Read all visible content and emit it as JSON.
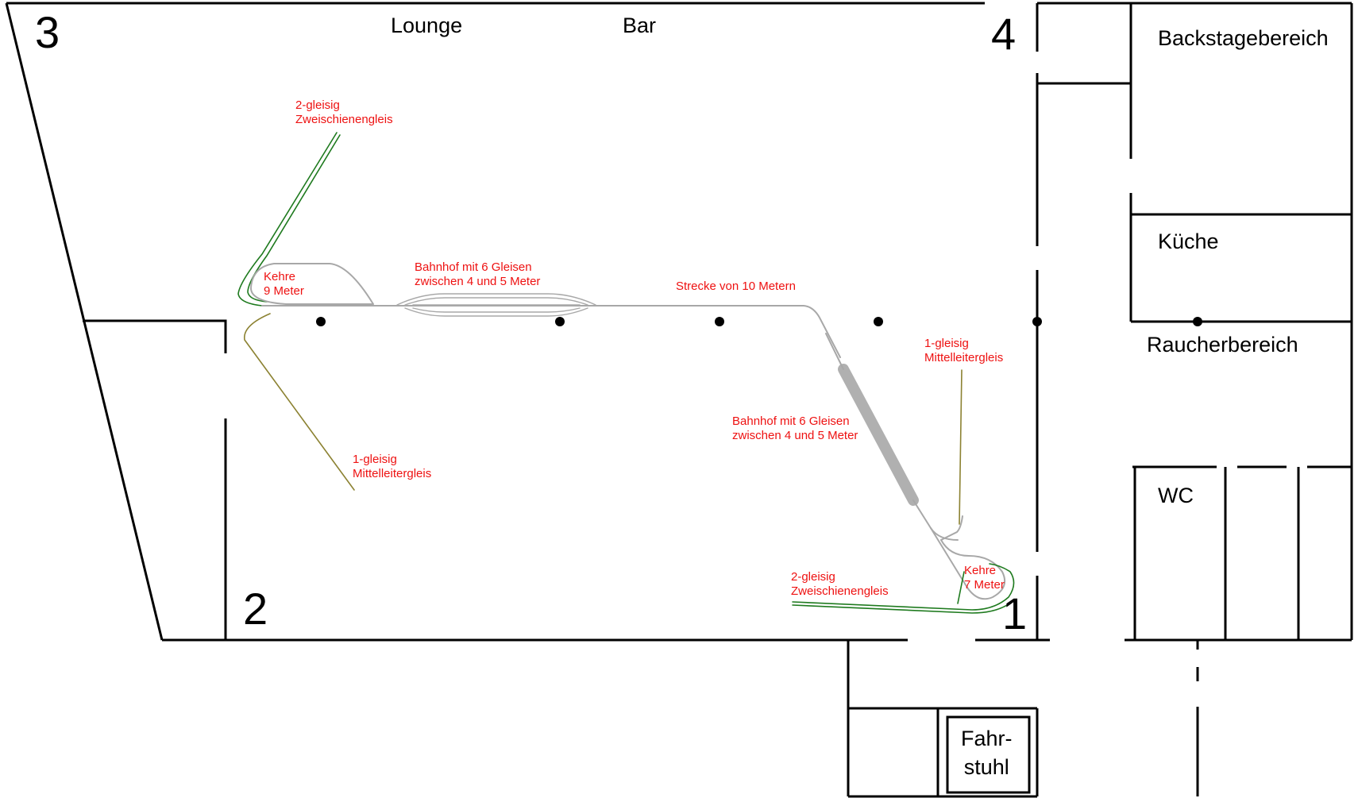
{
  "corners": [
    "3",
    "4",
    "2",
    "1"
  ],
  "rooms": {
    "lounge": "Lounge",
    "bar": "Bar",
    "backstage": "Backstagebereich",
    "kueche": "Küche",
    "raucher": "Raucherbereich",
    "wc": "WC",
    "fahrstuhl_1": "Fahr-",
    "fahrstuhl_2": "stuhl"
  },
  "tracks": {
    "two_track_top_1": "2-gleisig",
    "two_track_top_2": "Zweischienengleis",
    "kehre9_1": "Kehre",
    "kehre9_2": "9 Meter",
    "station_top_1": "Bahnhof mit 6 Gleisen",
    "station_top_2": "zwischen 4 und 5 Meter",
    "strecke": "Strecke von 10 Metern",
    "one_track_right_1": "1-gleisig",
    "one_track_right_2": "Mittelleitergleis",
    "station_diag_1": "Bahnhof mit 6 Gleisen",
    "station_diag_2": "zwischen 4 und 5 Meter",
    "one_track_left_1": "1-gleisig",
    "one_track_left_2": "Mittelleitergleis",
    "two_track_bottom_1": "2-gleisig",
    "two_track_bottom_2": "Zweischienengleis",
    "kehre7_1": "Kehre",
    "kehre7_2": "7 Meter"
  },
  "colors": {
    "wall": "#000000",
    "label_red": "#ee1111",
    "track_gray": "#a8a8a8",
    "track_green": "#1e7a1e",
    "track_olive": "#8c8232"
  }
}
